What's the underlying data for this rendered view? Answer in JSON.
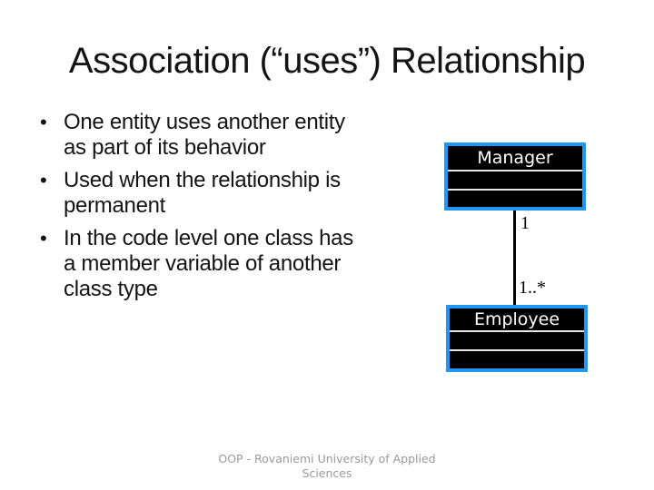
{
  "slide": {
    "title": "Association (“uses”) Relationship",
    "bullet_char": "•",
    "bullets": [
      {
        "text": "One entity uses another entity\nas part of its behavior"
      },
      {
        "text": "Used when the relationship is\npermanent"
      },
      {
        "text": "In the code level one class has\na member variable of another\nclass type"
      }
    ],
    "footer": "OOP - Rovaniemi University of Applied\nSciences"
  },
  "diagram": {
    "type": "uml-class-association",
    "classes": [
      {
        "name": "Manager"
      },
      {
        "name": "Employee"
      }
    ],
    "association": {
      "manager_end_multiplicity": "1",
      "employee_end_multiplicity": "1..*"
    },
    "colors": {
      "box_fill": "#000000",
      "box_border": "#2196f3",
      "compartment_divider": "#e6e6e6",
      "class_name_text": "#ffffff",
      "association_line": "#000000",
      "label_text": "#000000"
    }
  }
}
